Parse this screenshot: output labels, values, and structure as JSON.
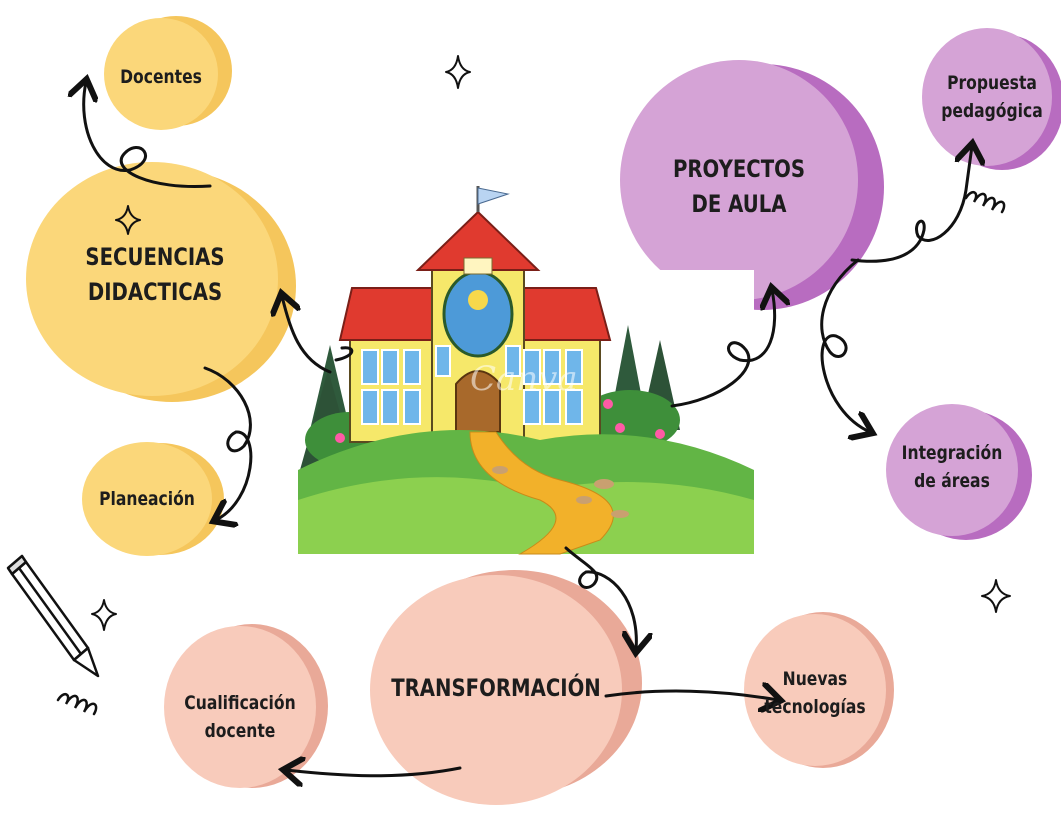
{
  "colors": {
    "yellow": "#fbd77a",
    "yellow_shadow": "#f5c65c",
    "purple": "#d5a3d6",
    "purple_shadow": "#b86cc0",
    "peach": "#f8cbbb",
    "peach_shadow": "#e9a998"
  },
  "nodes": {
    "docentes": "Docentes",
    "secuencias": "SECUENCIAS\nDIDACTICAS",
    "planeacion": "Planeación",
    "proyectos": "PROYECTOS\nDE AULA",
    "propuesta": "Propuesta\npedagógica",
    "integracion": "Integración\nde áreas",
    "transformacion": "TRANSFORMACIÓN",
    "cualificacion": "Cualificación\ndocente",
    "nuevas": "Nuevas\ntecnologías"
  },
  "icons": [
    "sparkle-icon",
    "pencil-icon",
    "squiggle-icon",
    "school-illustration"
  ],
  "watermark": "Canva"
}
